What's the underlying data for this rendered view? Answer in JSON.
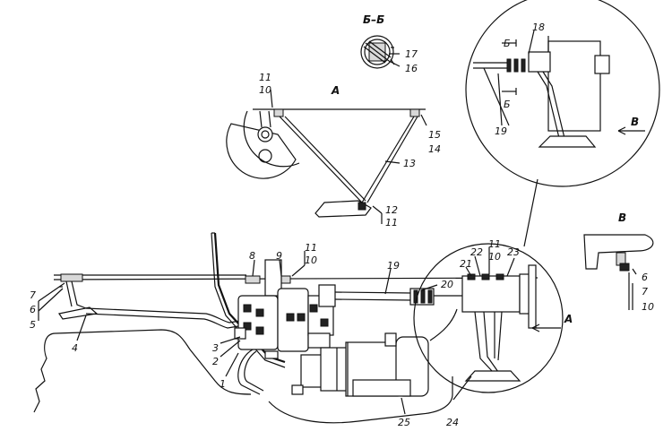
{
  "views": {
    "section_bb": "Б–Б",
    "view_a": "А",
    "view_a_arrow": "А",
    "view_b": "В",
    "view_b_arrow": "В",
    "section_mark_top": "Б",
    "section_mark_bottom": "Б"
  },
  "labels": {
    "l1": "1",
    "l2": "2",
    "l3": "3",
    "l4": "4",
    "l5": "5",
    "l6": "6",
    "l7": "7",
    "l8": "8",
    "l9": "9",
    "l10_main": "10",
    "l11_main": "11",
    "l10_a": "10",
    "l11_a": "11",
    "l12": "12",
    "l11_a2": "11",
    "l13": "13",
    "l14": "14",
    "l15": "15",
    "l16": "16",
    "l17": "17",
    "l18": "18",
    "l19_zoom": "19",
    "l19": "19",
    "l20": "20",
    "l21": "21",
    "l22": "22",
    "l23": "23",
    "l10_c": "10",
    "l11_c": "11",
    "l24": "24",
    "l25": "25",
    "l6_b": "6",
    "l7_b": "7",
    "l10_b": "10"
  }
}
